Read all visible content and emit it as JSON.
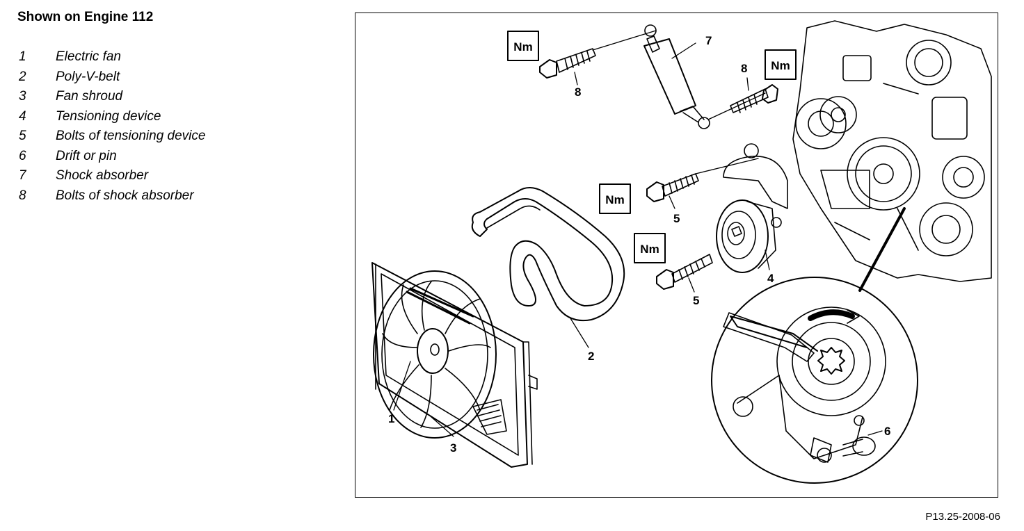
{
  "heading": "Shown on Engine 112",
  "legend": [
    {
      "num": "1",
      "label": "Electric fan"
    },
    {
      "num": "2",
      "label": "Poly-V-belt"
    },
    {
      "num": "3",
      "label": "Fan shroud"
    },
    {
      "num": "4",
      "label": "Tensioning device"
    },
    {
      "num": "5",
      "label": "Bolts of tensioning device"
    },
    {
      "num": "6",
      "label": "Drift or pin"
    },
    {
      "num": "7",
      "label": "Shock absorber"
    },
    {
      "num": "8",
      "label": "Bolts of shock absorber"
    }
  ],
  "torque_label": "Nm",
  "callouts": {
    "c1": "1",
    "c2": "2",
    "c3": "3",
    "c4": "4",
    "c5a": "5",
    "c5b": "5",
    "c6": "6",
    "c7": "7",
    "c8a": "8",
    "c8b": "8"
  },
  "figure_id": "P13.25-2008-06"
}
